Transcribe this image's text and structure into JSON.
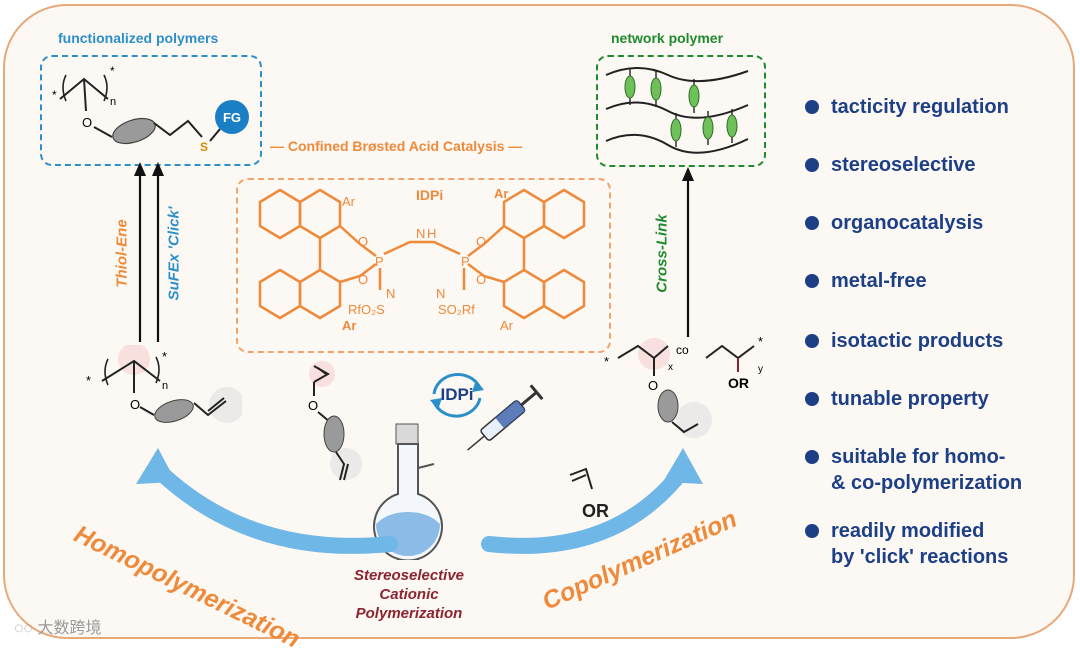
{
  "labels": {
    "functionalized": "functionalized polymers",
    "network": "network polymer",
    "catalysis": "— Confined Brøsted Acid Catalysis —",
    "idpi_top": "IDPi",
    "idpi_badge": "IDPi",
    "thiol_ene": "Thiol-Ene",
    "sufex": "SuFEx 'Click'",
    "cross_link": "Cross-Link",
    "homopolymerization": "Homopolymerization",
    "copolymerization": "Copolymerization",
    "center": [
      "Stereoselective",
      "Cationic",
      "Polymerization"
    ],
    "fg": "FG",
    "or_monomer": "OR",
    "watermark": "大数跨境"
  },
  "structure_text": {
    "ar": "Ar",
    "o": "O",
    "h": "H",
    "n": "N",
    "p": "P",
    "s": "S",
    "rfo2s": "RfO₂S",
    "so2rf": "SO₂Rf",
    "n_sub": "n",
    "x_sub": "x",
    "y_sub": "y",
    "co": "co",
    "star": "*",
    "or": "OR"
  },
  "features": [
    [
      "tacticity regulation"
    ],
    [
      "stereoselective"
    ],
    [
      "organocatalysis"
    ],
    [
      "metal-free"
    ],
    [
      "isotactic products"
    ],
    [
      "tunable property"
    ],
    [
      "suitable for homo-",
      "& co-polymerization"
    ],
    [
      "readily modified",
      "by 'click' reactions"
    ]
  ],
  "colors": {
    "orange": "#ef8a3b",
    "blue": "#2b8fc8",
    "green": "#1f8a2f",
    "navy": "#1d3f86",
    "maroon": "#8b2430"
  }
}
